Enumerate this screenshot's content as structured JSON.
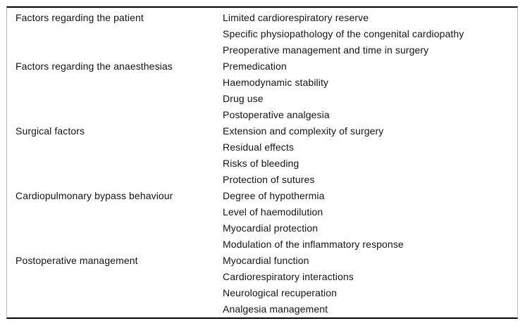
{
  "table": {
    "groups": [
      {
        "category": "Factors regarding the patient",
        "items": [
          "Limited cardiorespiratory reserve",
          "Specific physiopathology of the congenital cardiopathy",
          "Preoperative management and time in surgery"
        ]
      },
      {
        "category": "Factors regarding the anaesthesias",
        "items": [
          "Premedication",
          "Haemodynamic stability",
          "Drug use",
          "Postoperative analgesia"
        ]
      },
      {
        "category": "Surgical factors",
        "items": [
          "Extension and complexity of surgery",
          "Residual effects",
          "Risks of bleeding",
          "Protection of sutures"
        ]
      },
      {
        "category": "Cardiopulmonary bypass behaviour",
        "items": [
          "Degree of hypothermia",
          "Level of haemodilution",
          "Myocardial protection",
          "Modulation of the inflammatory response"
        ]
      },
      {
        "category": "Postoperative management",
        "items": [
          "Myocardial function",
          "Cardiorespiratory interactions",
          "Neurological recuperation",
          "Analgesia management"
        ]
      }
    ],
    "colors": {
      "rule": "#000000",
      "side_border": "#bdbdbd",
      "text": "#141414",
      "background": "#ffffff"
    }
  }
}
